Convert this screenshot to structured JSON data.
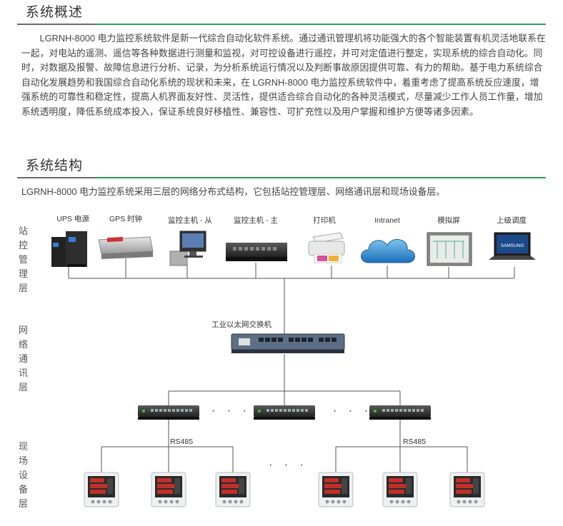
{
  "overview": {
    "title": "系统概述",
    "text": "LGRNH-8000 电力监控系统软件是新一代综合自动化软件系统。通过通讯管理机将功能强大的各个智能装置有机灵活地联系在一起，对电站的遥测、遥信等各种数据进行测量和监视，对可控设备进行遥控，并可对定值进行整定，实现系统的综合自动化。同时，对数据及报警、故障信息进行分析、记录，为分析系统运行情况以及判断事故原因提供可靠、有力的帮助。基于电力系统综合自动化发展趋势和我国综合自动化系统的现状和未来，在 LGRNH-8000 电力监控系统软件中，着重考虑了提高系统反应速度，增强系统的可靠性和稳定性，提高人机界面友好性、灵活性，提供适合综合自动化的各种灵活模式，尽量减少工作人员工作量，增加系统透明度，降低系统成本投入，保证系统良好移植性、兼容性、可扩充性以及用户掌握和维护方便等诸多因素。"
  },
  "structure": {
    "title": "系统结构",
    "text": "LGRNH-8000 电力监控系统采用三层的网络分布式结构，它包括站控管理层、网络通讯层和现场设备层。"
  },
  "diagram": {
    "layers": {
      "station": "站控管理层",
      "network": "网络通讯层",
      "field": "现场设备层"
    },
    "devices": {
      "ups": "UPS 电源",
      "gps": "GPS 时钟",
      "host_slave": "监控主机 - 从",
      "host_master": "监控主机 - 主",
      "printer": "打印机",
      "intranet": "Intranet",
      "mimic": "模拟屏",
      "upper": "上级调度"
    },
    "switch_label": "工业以太网交换机",
    "rs485": "RS485",
    "ellipsis": "· · ·",
    "laptop_brand": "SAMSUNG",
    "colors": {
      "accent_green": "#2aa25a",
      "line": "#555555",
      "meter_red": "#c0302a"
    }
  }
}
